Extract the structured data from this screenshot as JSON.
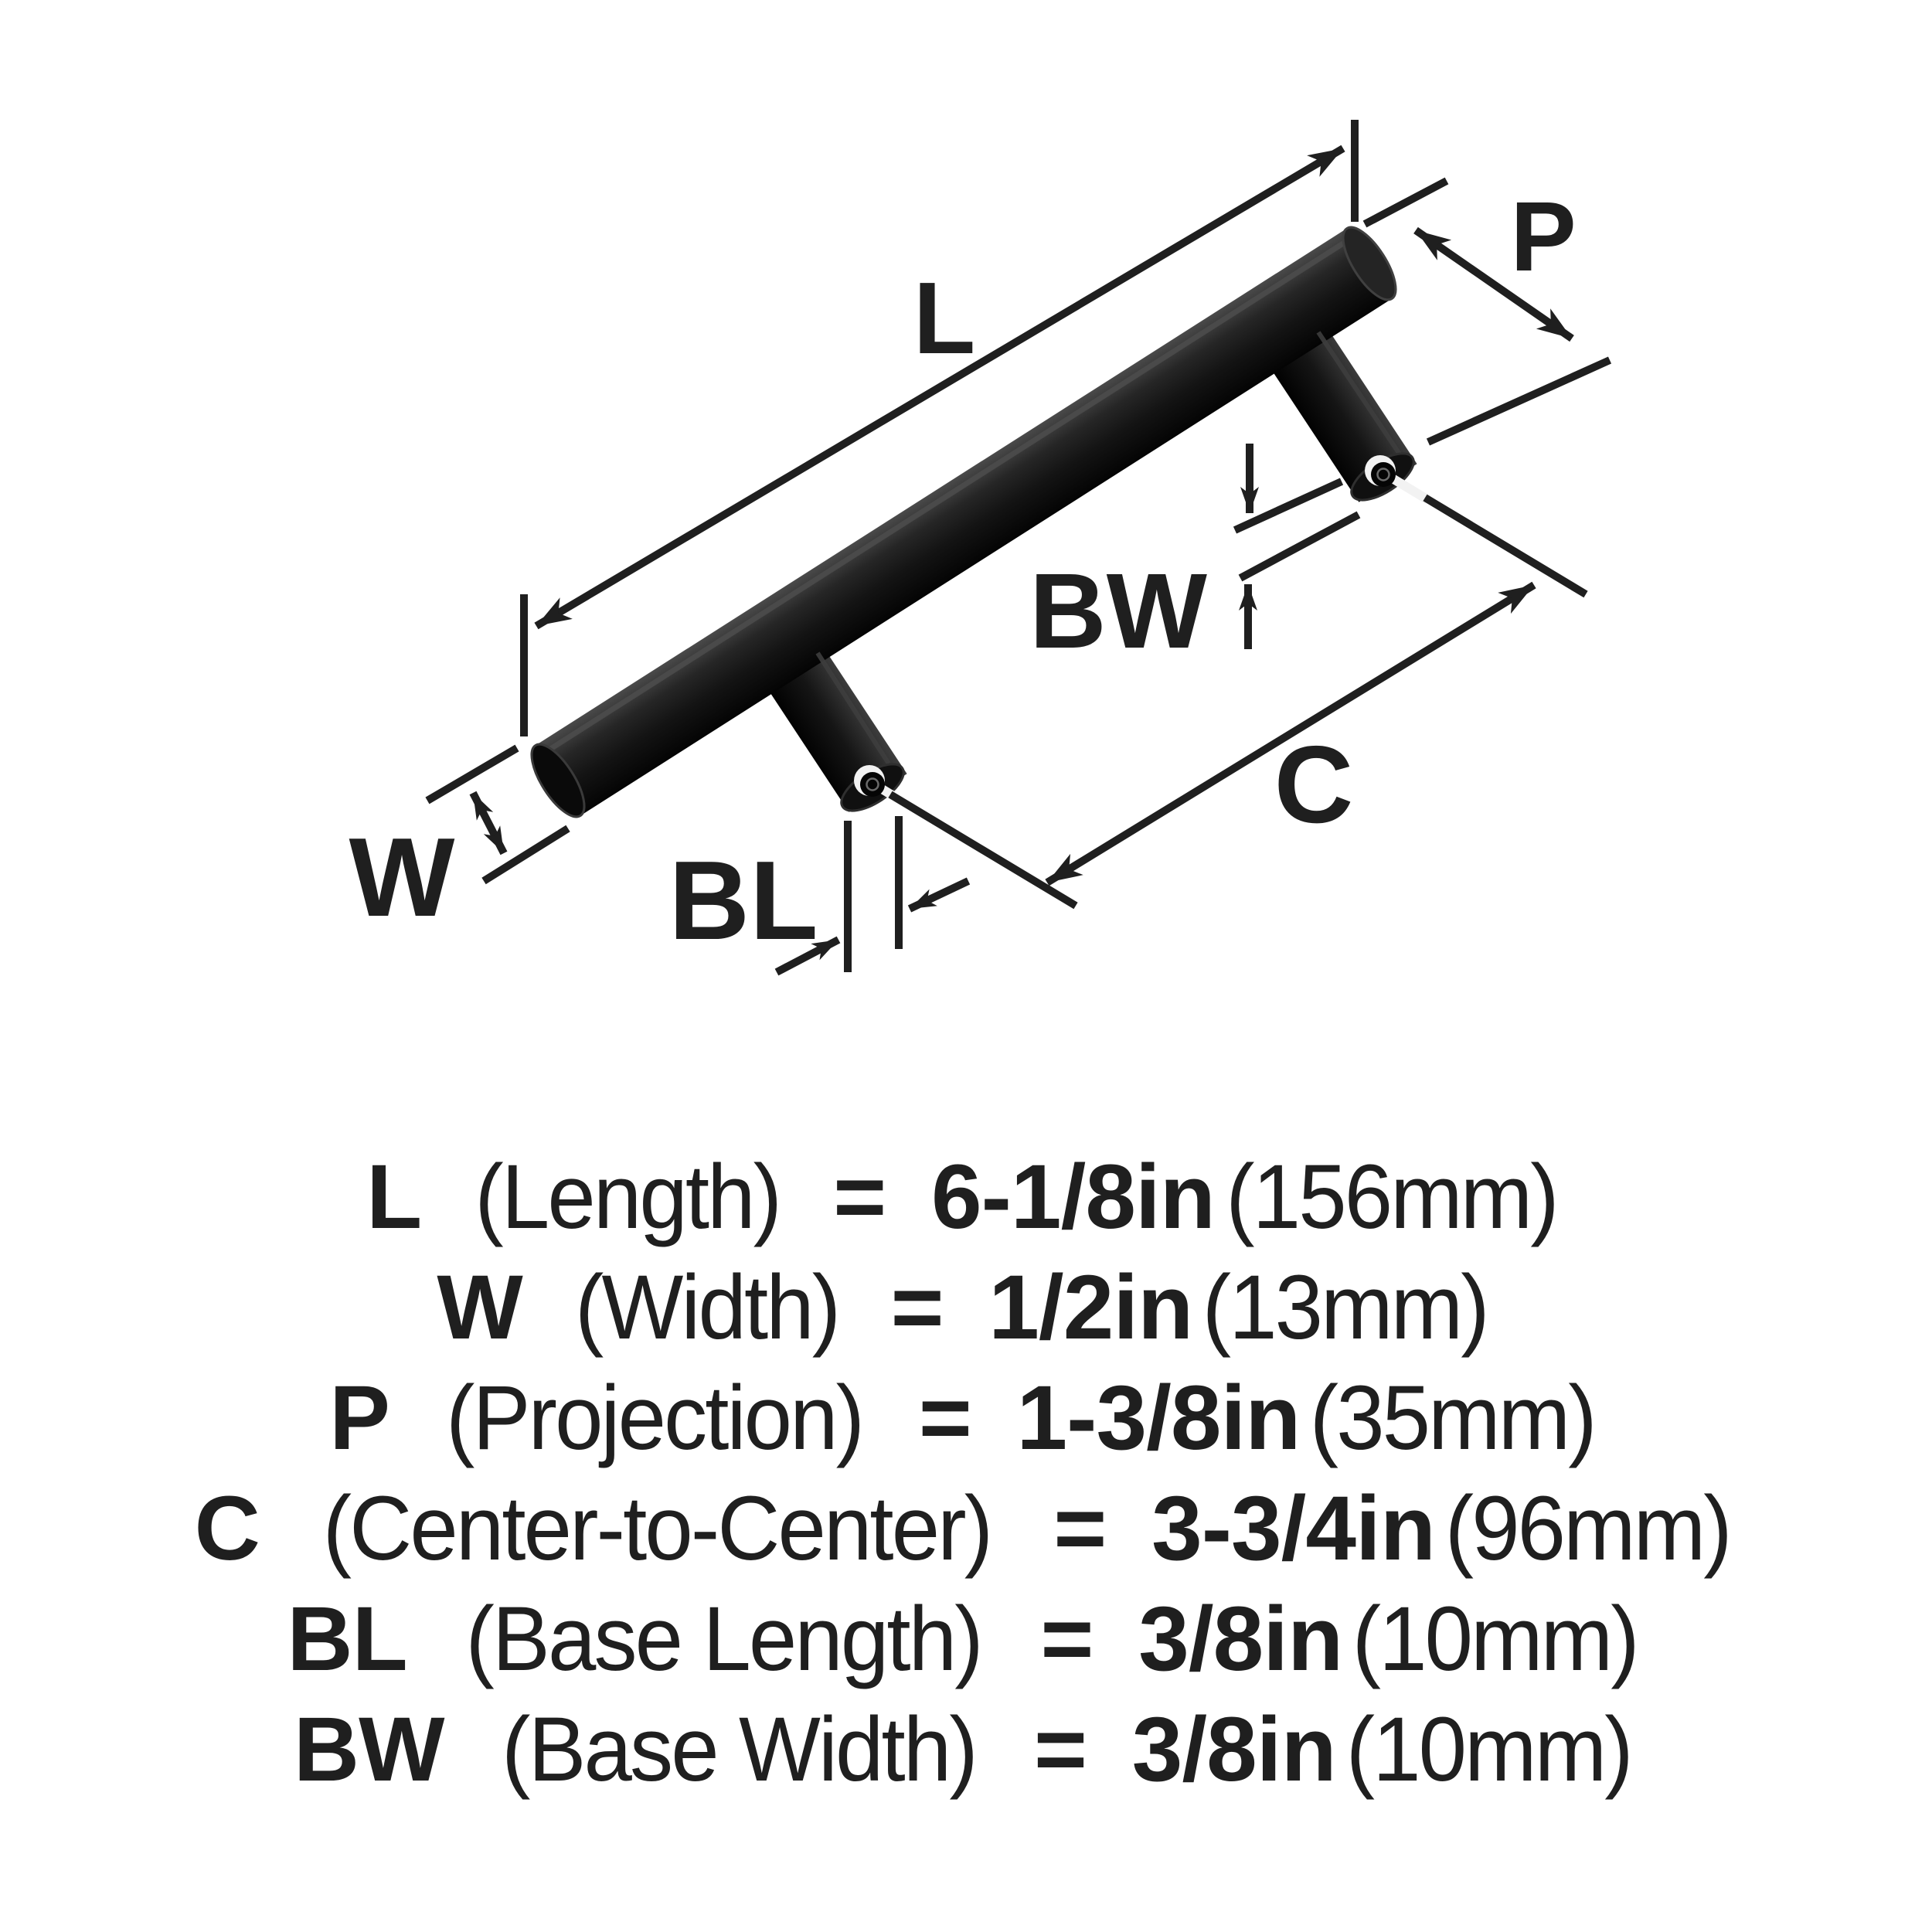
{
  "colors": {
    "background": "#ffffff",
    "ink": "#1f1f1f",
    "metal_dark": "#0a0a0a",
    "metal_mid": "#1c1c1c",
    "metal_highlight": "#4d4d4d",
    "hole_highlight": "#f2f2f2"
  },
  "diagram": {
    "labels": {
      "length": "L",
      "width": "W",
      "projection": "P",
      "center_to_center": "C",
      "base_length": "BL",
      "base_width": "BW"
    }
  },
  "spec_rows": [
    {
      "symbol": "L",
      "name": "(Length)",
      "equals": "=",
      "inches": "6-1/8in",
      "metric": "(156mm)"
    },
    {
      "symbol": "W",
      "name": "(Width)",
      "equals": "=",
      "inches": "1/2in",
      "metric": "(13mm)"
    },
    {
      "symbol": "P",
      "name": "(Projection)",
      "equals": "=",
      "inches": "1-3/8in",
      "metric": "(35mm)"
    },
    {
      "symbol": "C",
      "name": "(Center-to-Center)",
      "equals": "=",
      "inches": "3-3/4in",
      "metric": "(96mm)"
    },
    {
      "symbol": "BL",
      "name": "(Base Length)",
      "equals": "=",
      "inches": "3/8in",
      "metric": "(10mm)"
    },
    {
      "symbol": "BW",
      "name": "(Base Width)",
      "equals": "=",
      "inches": "3/8in",
      "metric": "(10mm)"
    }
  ]
}
